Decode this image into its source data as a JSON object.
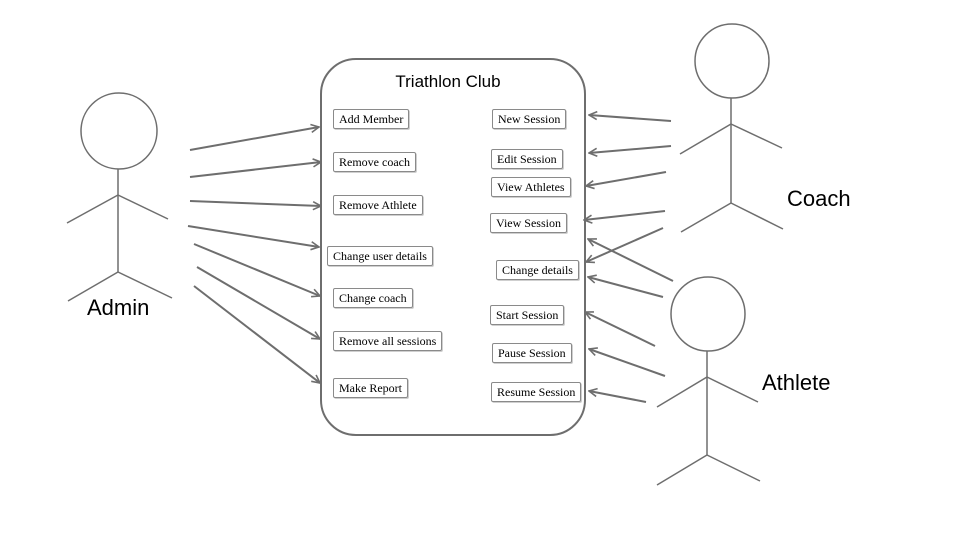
{
  "system": {
    "title": "Triathlon Club"
  },
  "actors": {
    "admin": "Admin",
    "coach": "Coach",
    "athlete": "Athlete"
  },
  "admin_use_cases": [
    "Add Member",
    "Remove coach",
    "Remove Athlete",
    "Change user details",
    "Change coach",
    "Remove all sessions",
    "Make Report"
  ],
  "coach_use_cases": [
    "New Session",
    "Edit Session",
    "View Athletes",
    "View Session",
    "Change details"
  ],
  "athlete_use_cases": [
    "Start Session",
    "Pause Session",
    "Resume Session"
  ],
  "colors": {
    "line": "#6e6e6e",
    "box_border": "#8a8a8a",
    "background": "#ffffff"
  }
}
